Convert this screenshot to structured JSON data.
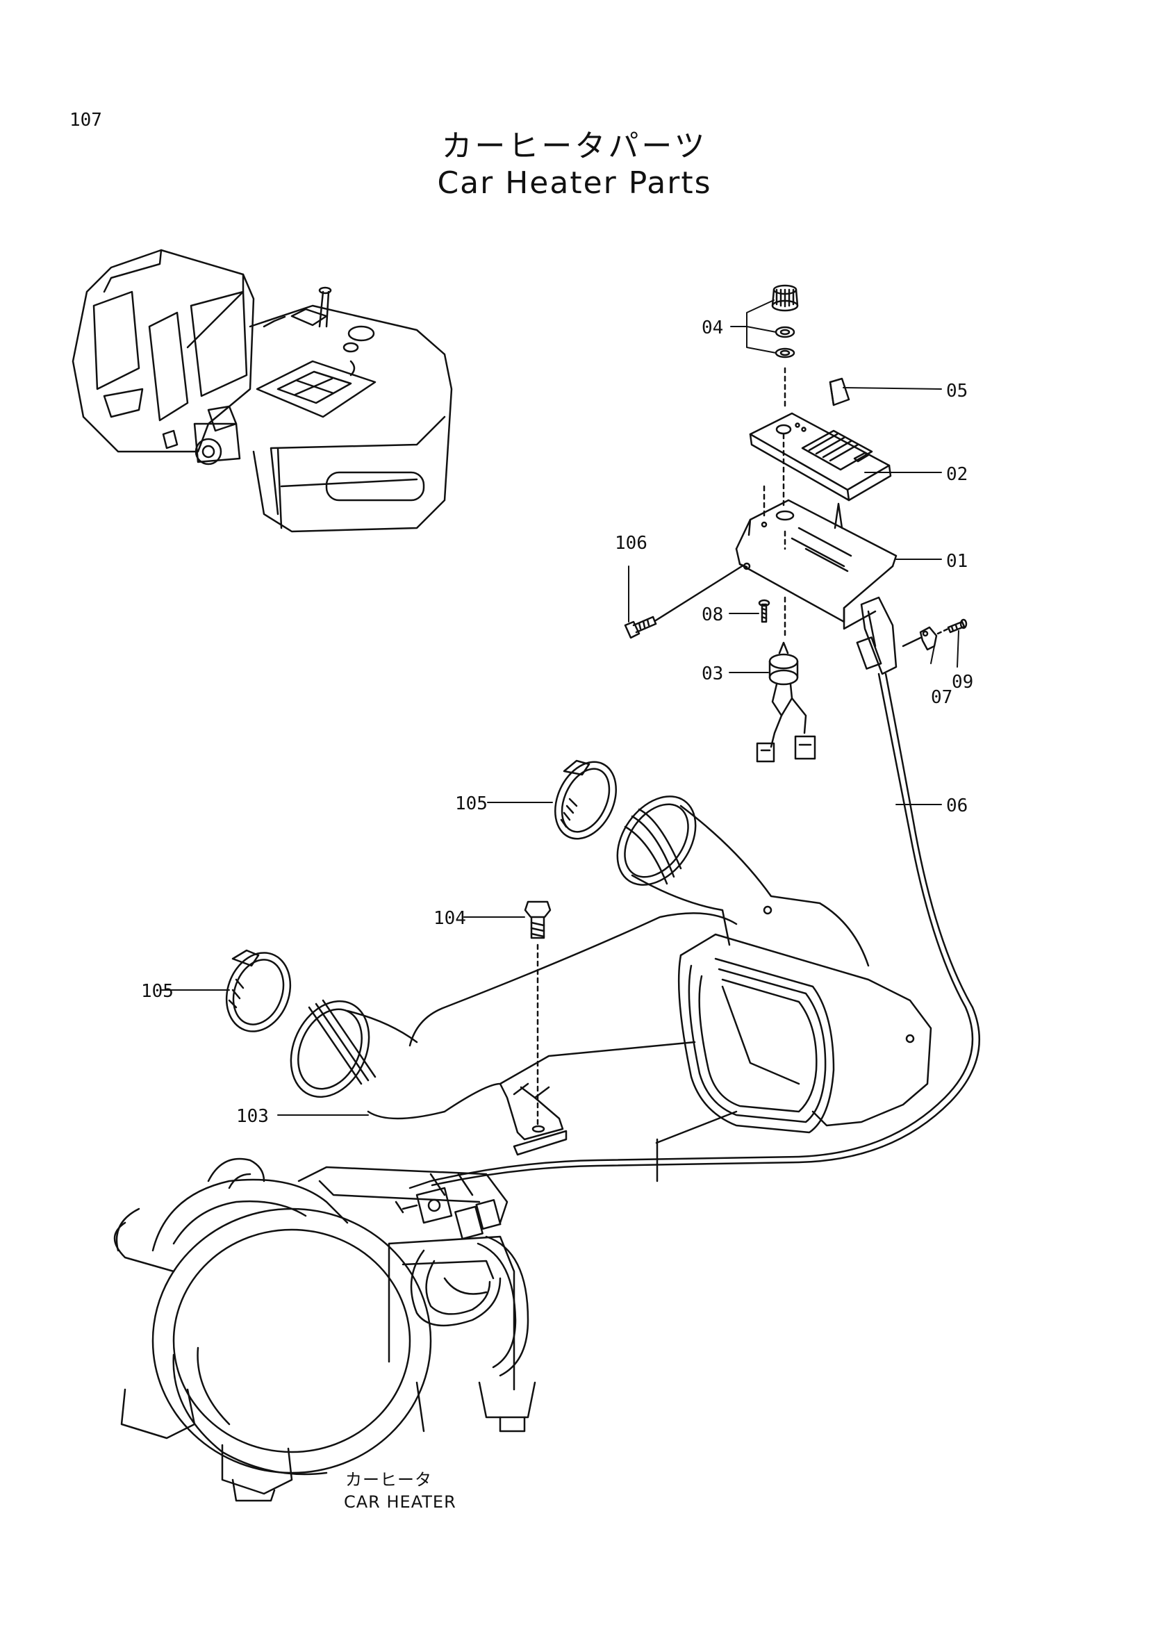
{
  "page": {
    "number": "107"
  },
  "title": {
    "jp": "カーヒータパーツ",
    "en": "Car Heater Parts"
  },
  "callouts": {
    "p01": "01",
    "p02": "02",
    "p03": "03",
    "p04": "04",
    "p05": "05",
    "p06": "06",
    "p07": "07",
    "p08": "08",
    "p09": "09",
    "p103": "103",
    "p104": "104",
    "p105a": "105",
    "p105b": "105",
    "p106": "106"
  },
  "heater_label": {
    "jp": "カーヒータ",
    "en": "CAR HEATER"
  }
}
